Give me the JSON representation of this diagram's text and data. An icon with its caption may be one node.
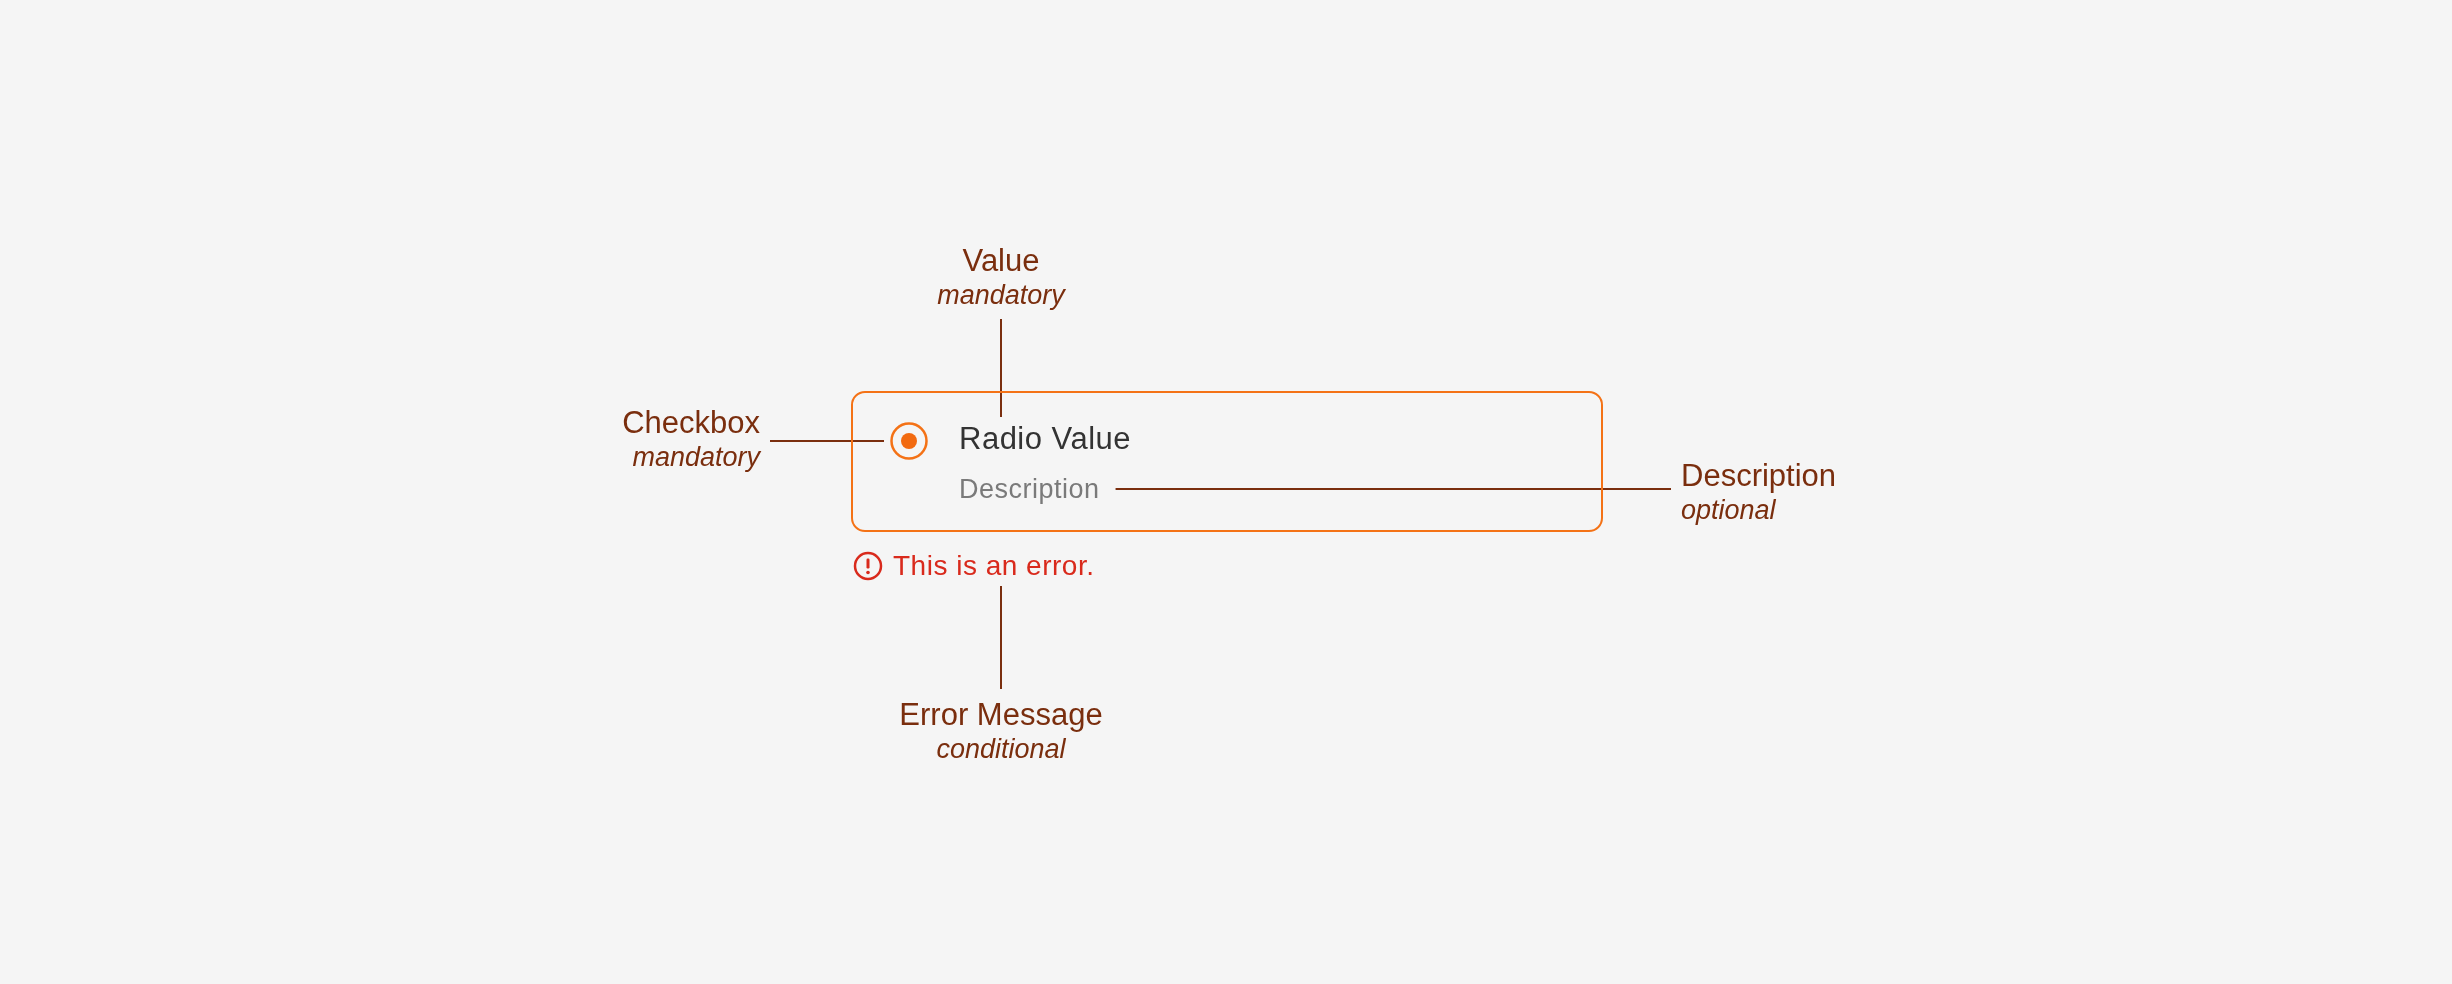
{
  "diagram": {
    "nodes": [
      {
        "text": [
          "Value",
          "mandatory"
        ]
      },
      {
        "text": [
          "Checkbox",
          "mandatory"
        ]
      },
      {
        "text": [],
        "shape": "box"
      },
      {
        "text": [],
        "shape": "circle",
        "in": 2
      },
      {
        "text": [
          "Radio Value"
        ],
        "in": 2
      },
      {
        "text": [
          "Description"
        ],
        "in": 2
      },
      {
        "text": [
          "Description",
          "optional"
        ]
      },
      {
        "text": [
          "This is an error."
        ]
      },
      {
        "text": [
          "Error Message",
          "conditional"
        ]
      }
    ],
    "edges": [
      {
        "from": 0,
        "to": 4,
        "arrow": "none"
      },
      {
        "from": 1,
        "to": 3,
        "arrow": "none"
      },
      {
        "from": 6,
        "to": 5,
        "arrow": "none"
      },
      {
        "from": 8,
        "to": 7,
        "arrow": "none"
      }
    ]
  }
}
